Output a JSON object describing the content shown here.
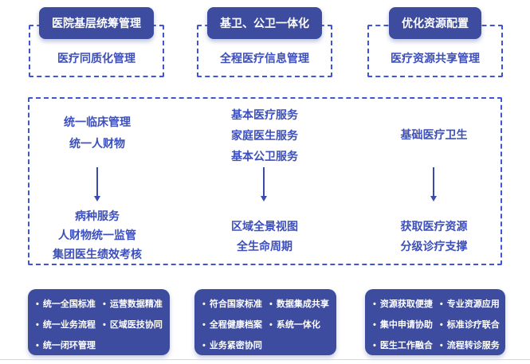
{
  "palette": {
    "primary": "#3d4c9e",
    "accent_text": "#3c4fbd",
    "dashed_border": "#4055d6",
    "arrow": "#3a4aad",
    "divider": "#d8d8d8"
  },
  "top_groups": [
    {
      "button": "医院基层统筹管理",
      "label": "医疗同质化管理"
    },
    {
      "button": "基卫、公卫一体化",
      "label": "全程医疗信息管理"
    },
    {
      "button": "优化资源配置",
      "label": "医疗资源共享管理"
    }
  ],
  "middle": {
    "columns": [
      {
        "top_lines": [
          "统一临床管理",
          "统一人财物"
        ],
        "bottom_lines": [
          "病种服务",
          "人财物统一监管",
          "集团医生绩效考核"
        ]
      },
      {
        "top_lines": [
          "基本医疗服务",
          "家庭医生服务",
          "基本公卫服务"
        ],
        "bottom_lines": [
          "区域全景视图",
          "全生命周期"
        ]
      },
      {
        "top_lines": [
          "基础医疗卫生"
        ],
        "bottom_lines": [
          "获取医疗资源",
          "分级诊疗支撑"
        ]
      }
    ]
  },
  "bottom_boxes": [
    {
      "col1": [
        "统一全国标准",
        "统一业务流程",
        "统一闭环管理"
      ],
      "col2": [
        "运营数据精准",
        "区域医技协同"
      ]
    },
    {
      "col1": [
        "符合国家标准",
        "全程健康档案",
        "业务紧密协同"
      ],
      "col2": [
        "数据集成共享",
        "系统一体化"
      ]
    },
    {
      "col1": [
        "资源获取便捷",
        "集中申请协助",
        "医生工作融合"
      ],
      "col2": [
        "专业资源应用",
        "标准诊疗联合",
        "流程转诊服务"
      ]
    }
  ],
  "bullet_glyph": "•"
}
